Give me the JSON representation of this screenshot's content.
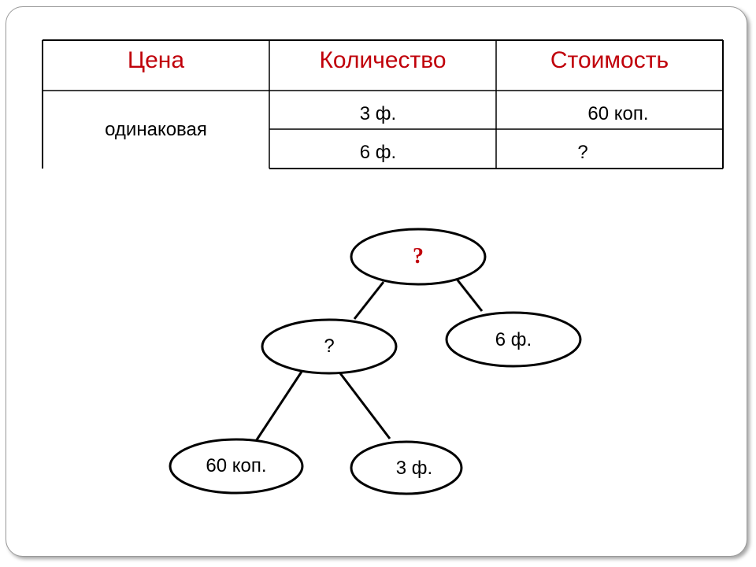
{
  "table": {
    "headers": [
      "Цена",
      "Количество",
      "Стоимость"
    ],
    "price_cell": "одинаковая",
    "rows": [
      {
        "quantity": "3 ф.",
        "cost": "60 коп."
      },
      {
        "quantity": "6 ф.",
        "cost": "?"
      }
    ]
  },
  "tree": {
    "root": "?",
    "mid": "?",
    "right": "6 ф.",
    "bottom_left": "60 коп.",
    "bottom_right": "3 ф."
  },
  "colors": {
    "header_text": "#c0000a",
    "root_text": "#c0000a",
    "line": "#000000"
  }
}
